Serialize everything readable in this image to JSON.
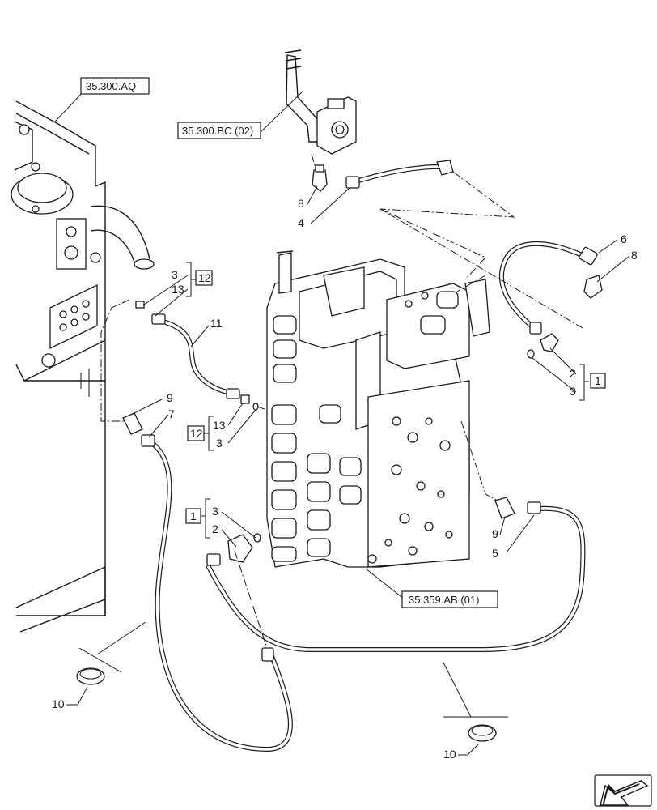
{
  "references": {
    "ref_a": "35.300.AQ",
    "ref_b": "35.300.BC (02)",
    "ref_c": "35.359.AB (01)"
  },
  "callouts": {
    "c_8_top": "8",
    "c_4": "4",
    "c_6": "6",
    "c_8_right": "8",
    "c_3_topleft": "3",
    "c_13_topleft": "13",
    "c_12_topleft": "12",
    "c_11": "11",
    "c_9_left": "9",
    "c_7": "7",
    "c_13_mid": "13",
    "c_3_mid": "3",
    "c_12_mid": "12",
    "c_2_right": "2",
    "c_3_right": "3",
    "c_1_right": "1",
    "c_1_left": "1",
    "c_3_lower": "3",
    "c_2_lower": "2",
    "c_9_right": "9",
    "c_5": "5",
    "c_10_left": "10",
    "c_10_bottom": "10"
  },
  "colors": {
    "ink": "#1a1a1a",
    "paper": "#ffffff"
  },
  "icons": {
    "nav": "arrow-down-left-icon"
  }
}
